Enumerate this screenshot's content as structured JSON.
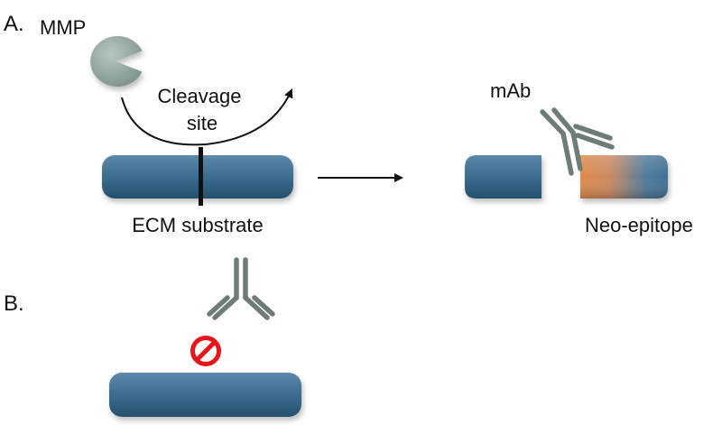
{
  "panel_a": {
    "label": "A.",
    "mmp_label": "MMP",
    "cleavage_label_line1": "Cleavage",
    "cleavage_label_line2": "site",
    "substrate_label": "ECM substrate",
    "antibody_label": "mAb",
    "neo_epitope_label": "Neo-epitope"
  },
  "panel_b": {
    "label": "B."
  },
  "colors": {
    "substrate": "#3f6f92",
    "substrate_dark": "#25506f",
    "enzyme": "#8fa39b",
    "antibody": "#6e7c78",
    "neo_epitope": "#d9925a",
    "inhibit": "#e8141b",
    "ink": "#111111"
  },
  "icons": {
    "enzyme": "pacman-enzyme-icon",
    "antibody": "y-antibody-icon",
    "no_binding": "prohibited-icon"
  }
}
